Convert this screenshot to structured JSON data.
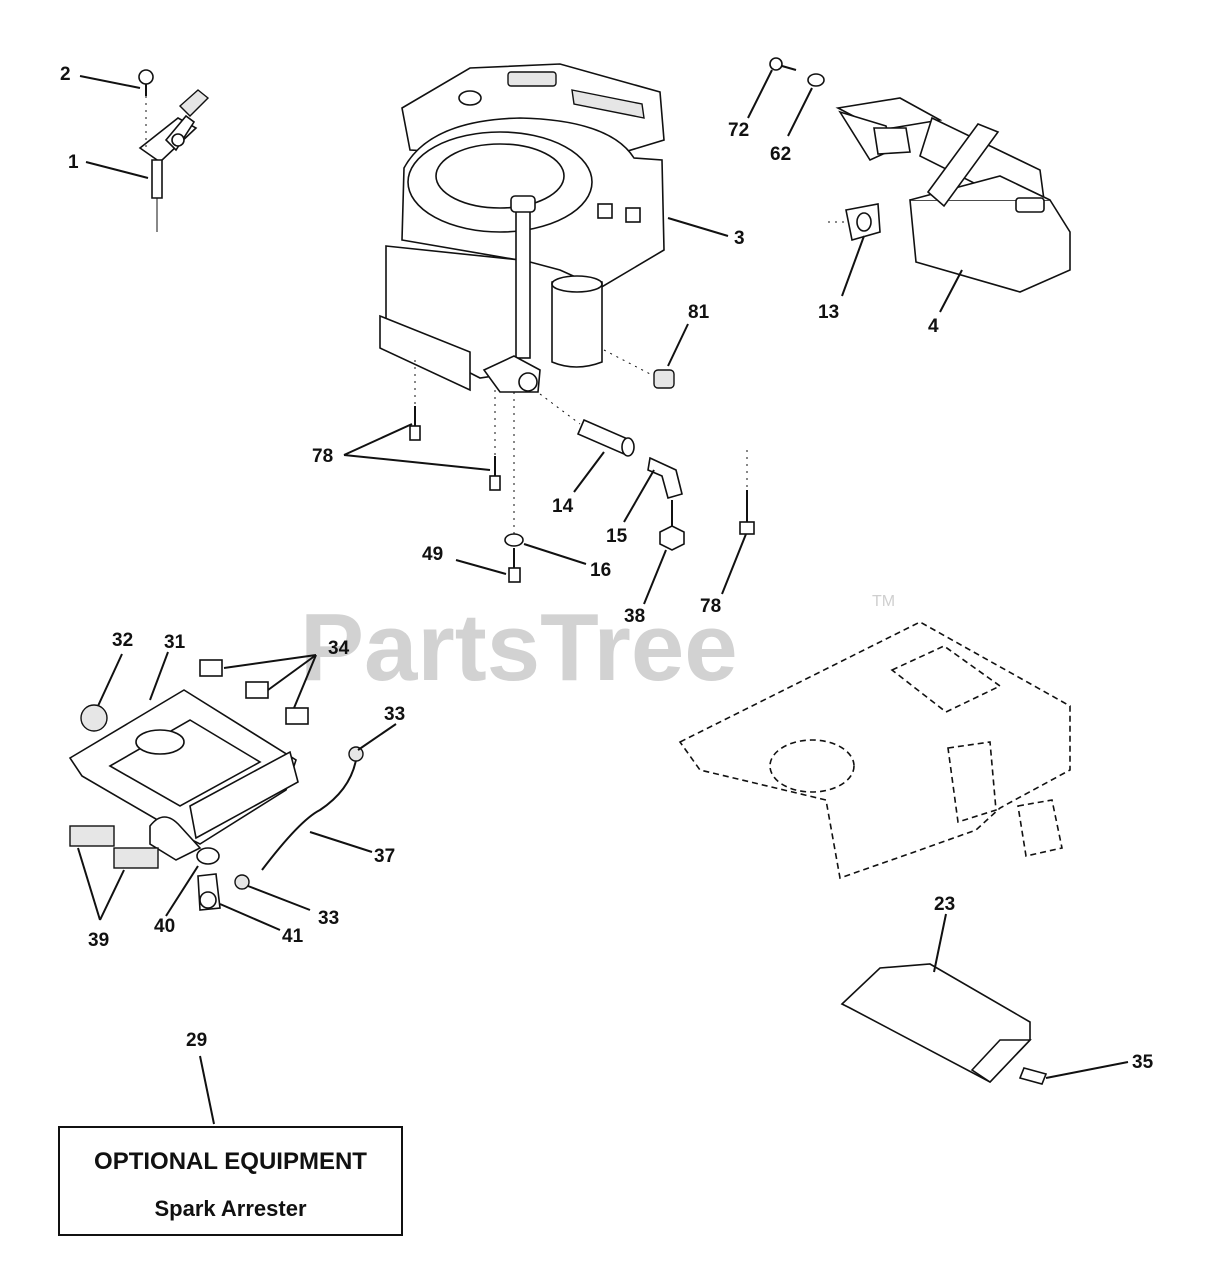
{
  "watermark": {
    "text": "PartsTree",
    "trademark": "TM"
  },
  "optional_box": {
    "title": "OPTIONAL EQUIPMENT",
    "subtitle": "Spark Arrester"
  },
  "labels": {
    "l1": "1",
    "l2": "2",
    "l3": "3",
    "l4": "4",
    "l13": "13",
    "l14": "14",
    "l15": "15",
    "l16": "16",
    "l23": "23",
    "l29": "29",
    "l31": "31",
    "l32": "32",
    "l33a": "33",
    "l33b": "33",
    "l34": "34",
    "l35": "35",
    "l37": "37",
    "l38": "38",
    "l39": "39",
    "l40": "40",
    "l41": "41",
    "l49": "49",
    "l62": "62",
    "l72": "72",
    "l78a": "78",
    "l78b": "78",
    "l81": "81"
  }
}
